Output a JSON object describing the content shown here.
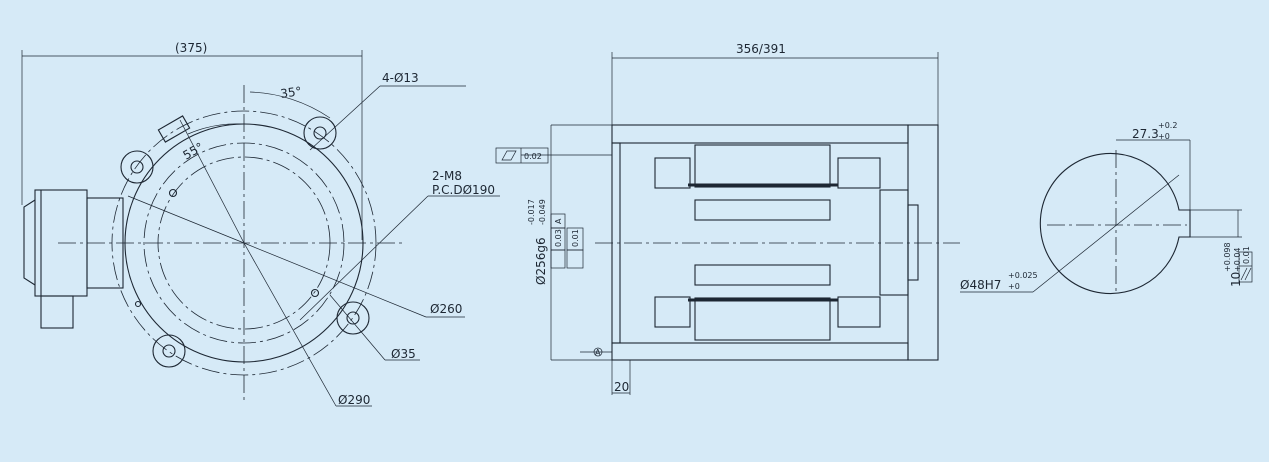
{
  "colors": {
    "background": "#d6eaf7",
    "line": "#1d2733"
  },
  "front_view": {
    "overall_width": "(375)",
    "hole_callout": "4-Ø13",
    "angle_top": "35°",
    "angle_side": "55°",
    "thread_callout": "2-M8",
    "pcd_callout": "P.C.DØ190",
    "dia_260": "Ø260",
    "dia_35": "Ø35",
    "dia_290": "Ø290"
  },
  "section_view": {
    "length": "356/391",
    "flatness_value": "0.02",
    "shaft_dia": "Ø256g6",
    "shaft_tol_upper": "-0.017",
    "shaft_tol_lower": "-0.049",
    "datum": "A",
    "perp_value": "0.03",
    "cyl_value": "0.01",
    "flange_thickness": "20",
    "datum_mark": "A"
  },
  "bore_view": {
    "bore_dia": "Ø48H7",
    "bore_tol_upper": "+0.025",
    "bore_tol_lower": "+0",
    "key_depth": "27.3",
    "key_depth_tol_upper": "+0.2",
    "key_depth_tol_lower": "+0",
    "key_width": "10",
    "key_width_tol_upper": "+0.098",
    "key_width_tol_lower": "+0.04",
    "parallel_value": "0.01"
  }
}
